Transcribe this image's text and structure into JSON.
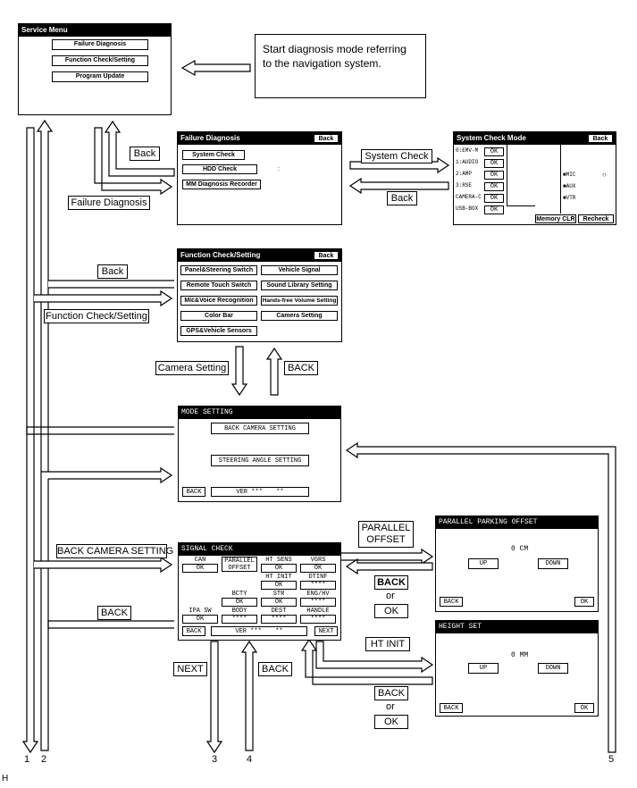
{
  "service_menu": {
    "title": "Service Menu",
    "items": [
      "Failure Diagnosis",
      "Function Check/Setting",
      "Program Update"
    ]
  },
  "note": {
    "line1": "Start diagnosis mode referring",
    "line2": "to the navigation system."
  },
  "failure_diagnosis": {
    "title": "Failure Diagnosis",
    "back": "Back",
    "items": [
      "System Check",
      "HDD Check",
      "MM Diagnosis Recorder"
    ],
    "colon": ":"
  },
  "system_check_mode": {
    "title": "System Check Mode",
    "back": "Back",
    "rows": [
      {
        "label": "0:EMV-M",
        "status": "OK"
      },
      {
        "label": "1:AUDIO",
        "status": "OK"
      },
      {
        "label": "2:AMP",
        "status": "OK"
      },
      {
        "label": "3:RSE",
        "status": "OK"
      },
      {
        "label": "CAMERA-C",
        "status": "OK"
      },
      {
        "label": "USB-BOX",
        "status": "OK"
      }
    ],
    "inputs": [
      "■MIC",
      "■AUX",
      "■VTR"
    ],
    "mic_indicator": "○",
    "memory_clr": "Memory CLR",
    "recheck": "Recheck"
  },
  "function_check": {
    "title": "Function Check/Setting",
    "back": "Back",
    "left_items": [
      "Panel&Steering Switch",
      "Remote Touch Switch",
      "Mic&Voice Recognition",
      "Color Bar",
      "GPS&Vehicle Sensors"
    ],
    "right_items": [
      "Vehicle Signal",
      "Sound Library Setting",
      "Hands-free Volume Setting",
      "Camera Setting"
    ]
  },
  "mode_setting": {
    "title": "MODE SETTING",
    "back_camera": "BACK CAMERA SETTING",
    "steering_angle": "STEERING ANGLE SETTING",
    "back": "BACK",
    "version": "VER *** 　 **"
  },
  "signal_check": {
    "title": "SIGNAL CHECK",
    "cells": {
      "can": "CAN",
      "can_v": "OK",
      "parallel": "PARALLEL",
      "offset": "OFFSET",
      "ht_sens": "HT SENS",
      "ht_sens_v": "OK",
      "vgrs": "VGRS",
      "vgrs_v": "OK",
      "ht_init": "HT INIT",
      "ht_init_v": "OK",
      "dtinf": "DTINF",
      "dtinf_v": "****",
      "bcty": "BCTY",
      "bcty_v": "OK",
      "str": "STR",
      "str_v": "OK",
      "eng_hv": "ENG/HV",
      "eng_hv_v": "****",
      "ipa_sw": "IPA SW",
      "ipa_sw_v": "OK",
      "body": "BODY",
      "body_v": "****",
      "dest": "DEST",
      "dest_v": "****",
      "handle": "HANDLE",
      "handle_v": "****"
    },
    "back": "BACK",
    "version": "VER *** 　 **",
    "next": "NEXT"
  },
  "parallel_parking": {
    "title": "PARALLEL PARKING OFFSET",
    "value": "0 CM",
    "up": "UP",
    "down": "DOWN",
    "back": "BACK",
    "ok": "OK"
  },
  "height_set": {
    "title": "HEIGHT SET",
    "value": "0 MM",
    "up": "UP",
    "down": "DOWN",
    "back": "BACK",
    "ok": "OK"
  },
  "labels": {
    "back_fd": "Back",
    "failure_diagnosis": "Failure Diagnosis",
    "system_check": "System Check",
    "back_sc": "Back",
    "back_fc": "Back",
    "function_check_setting": "Function Check/Setting",
    "camera_setting": "Camera Setting",
    "back_caps": "BACK",
    "back_camera_setting": "BACK CAMERA SETTING",
    "back_left": "BACK",
    "parallel_offset_1": "PARALLEL",
    "parallel_offset_2": "OFFSET",
    "back_pp": "BACK",
    "or_pp": "or",
    "ok_pp": "OK",
    "ht_init": "HT INIT",
    "back_ht": "BACK",
    "or_ht": "or",
    "ok_ht": "OK",
    "next": "NEXT",
    "back_bottom": "BACK"
  },
  "markers": [
    "1",
    "2",
    "3",
    "4",
    "5"
  ],
  "figure_code": "H"
}
